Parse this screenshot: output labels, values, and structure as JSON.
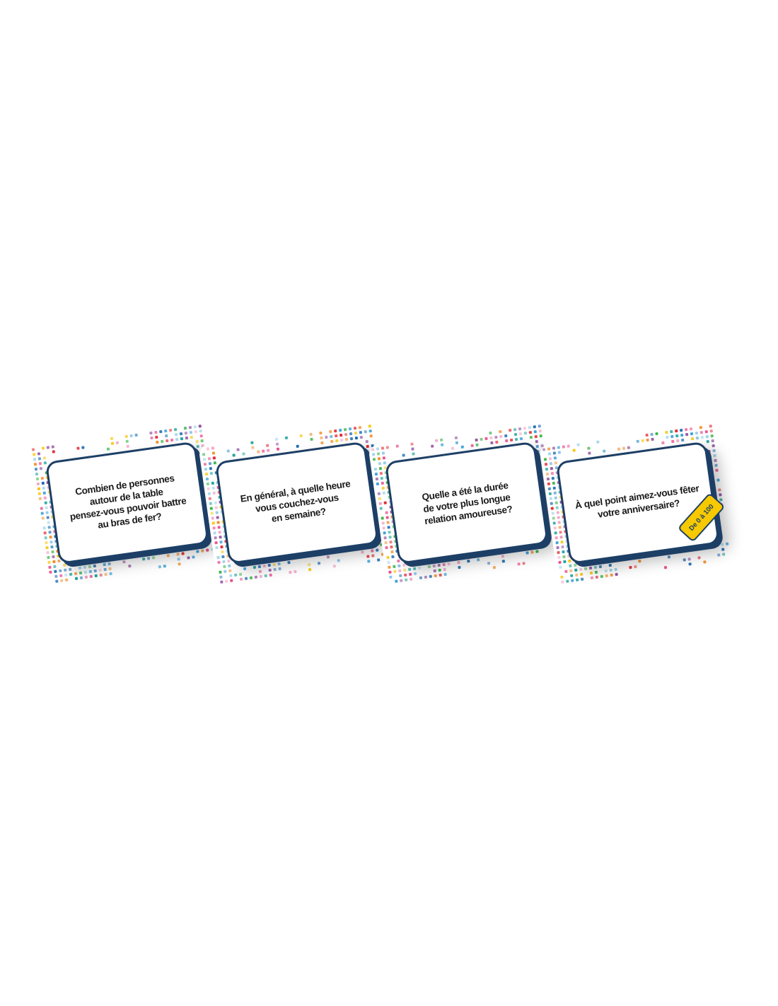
{
  "cards": [
    {
      "question": "Combien de personnes\nautour de la table\npensez-vous pouvoir battre\nau bras de fer?"
    },
    {
      "question": "En général, à quelle heure\nvous couchez-vous\nen semaine?"
    },
    {
      "question": "Quelle a été la durée\nde votre plus longue\nrelation amoureuse?"
    },
    {
      "question": "À quel point aimez-vous fêter\nvotre anniversaire?",
      "badge": "De 0 à 100"
    }
  ],
  "colors": {
    "frame": "#1d3f66",
    "badge": "#f7c900",
    "dots": [
      "#1f6fb5",
      "#3aa0d8",
      "#e94a8a",
      "#f08a24",
      "#f5c400",
      "#3bb54a",
      "#e3262f",
      "#1aa39a",
      "#8e4a9e",
      "#9ad2ea",
      "#f4a6c8"
    ]
  }
}
